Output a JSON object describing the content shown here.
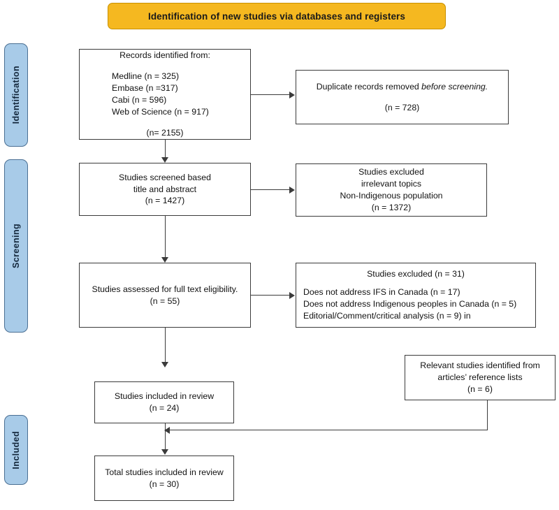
{
  "banner": {
    "title": "Identification of new studies via databases and registers"
  },
  "stages": [
    {
      "id": "identification",
      "label": "Identification"
    },
    {
      "id": "screening",
      "label": "Screening"
    },
    {
      "id": "included",
      "label": "Included"
    }
  ],
  "boxes": {
    "records_identified": {
      "heading": "Records identified from:",
      "sources": [
        "Medline (n = 325)",
        "Embase (n =317)",
        "Cabi (n = 596)",
        "Web of Science (n = 917)"
      ],
      "total": "(n= 2155)"
    },
    "duplicates_removed": {
      "line_plain": "Duplicate records removed ",
      "line_italic": "before screening.",
      "count": "(n = 728)"
    },
    "screened": {
      "line1": "Studies screened based",
      "line2": "title and abstract",
      "count": "(n = 1427)"
    },
    "excluded_screening": {
      "line1": "Studies excluded",
      "line2": "irrelevant topics",
      "line3": "Non-Indigenous population",
      "count": "(n = 1372)"
    },
    "full_text_assessed": {
      "line1": "Studies assessed for full text eligibility.",
      "count": "(n = 55)"
    },
    "excluded_fulltext": {
      "heading": "Studies excluded (n = 31)",
      "reasons": [
        "Does not address IFS in Canada (n = 17)",
        "Does not address Indigenous peoples in Canada (n = 5)",
        "Editorial/Comment/critical analysis (n = 9) in"
      ]
    },
    "included_review": {
      "line1": "Studies included in review",
      "count": "(n = 24)"
    },
    "reference_lists": {
      "line1": "Relevant studies identified from",
      "line2": "articles’ reference lists",
      "count": "(n = 6)"
    },
    "total_included": {
      "line1": "Total studies included in review",
      "count": "(n = 30)"
    }
  },
  "colors": {
    "banner_fill": "#f5b820",
    "banner_border": "#c89000",
    "stage_fill": "#a8cbe8",
    "stage_border": "#4a6f93",
    "box_border": "#3b3b3b",
    "line": "#3b3b3b"
  }
}
